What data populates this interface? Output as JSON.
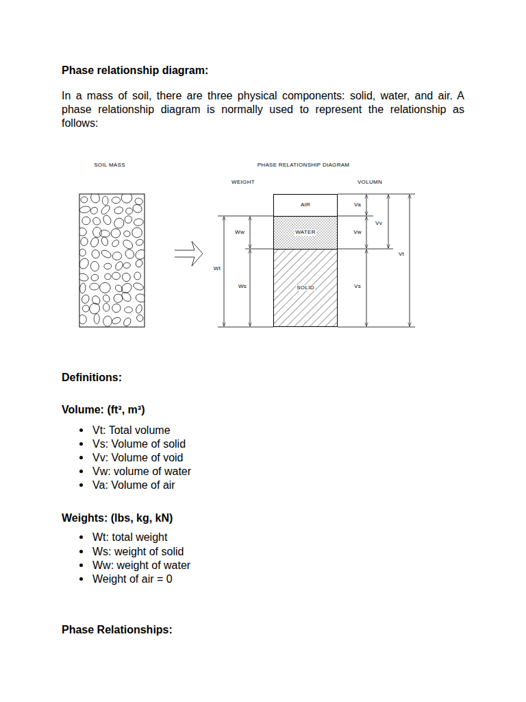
{
  "diagram": {
    "title": "Phase relationship diagram:",
    "nodes": [
      {
        "text": [
          "AIR"
        ]
      },
      {
        "text": [
          "WATER"
        ]
      },
      {
        "text": [
          "SOLID"
        ]
      }
    ],
    "labels": [
      "In a mass of soil, there are three physical components: solid, water, and air. A phase relationship diagram is normally used to represent the relationship as follows:",
      "SOIL MASS",
      "PHASE RELATIONSHIP DIAGRAM",
      "WEIGHT",
      "VOLUMN",
      "Ww",
      "Wt",
      "Ws",
      "Va",
      "Vv",
      "Vw",
      "Vt",
      "Vs",
      "Definitions:",
      "Volume: (ft³, m³)",
      "Vt: Total volume",
      "Vs: Volume of solid",
      "Vv: Volume of void",
      "Vw: volume of water",
      "Va: Volume of air",
      "Weights: (lbs, kg, kN)",
      "Wt: total weight",
      "Ws: weight of solid",
      "Ww: weight of water",
      "Weight of air = 0",
      "Phase Relationships:"
    ]
  }
}
